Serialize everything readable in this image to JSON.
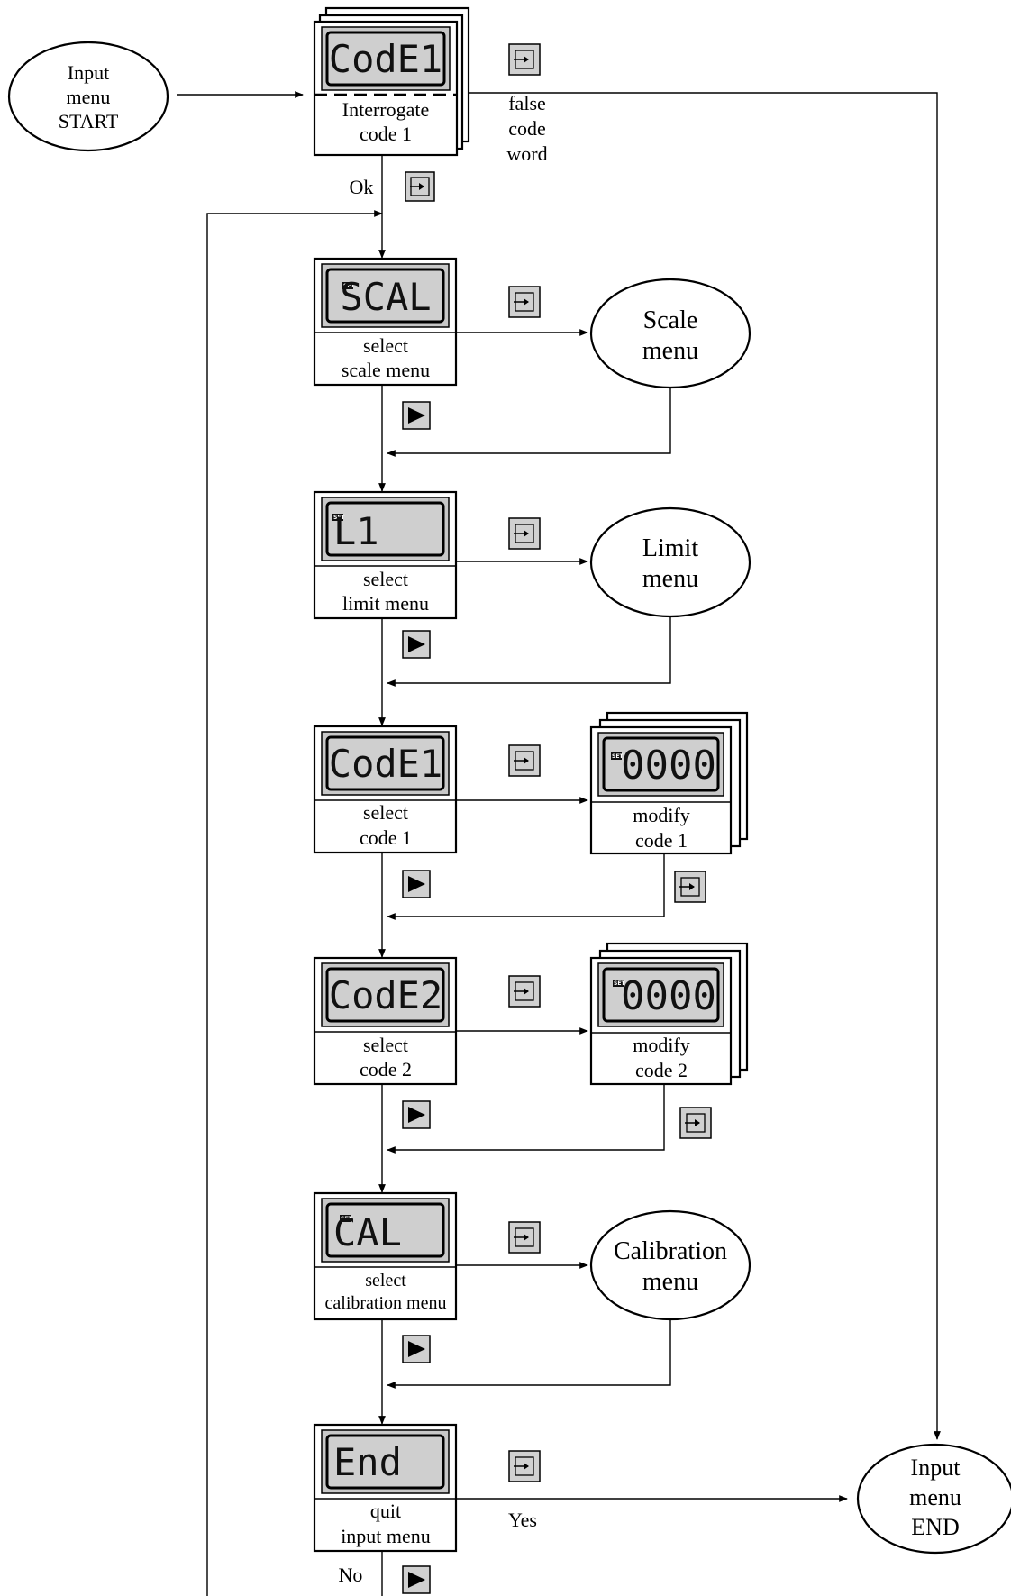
{
  "start": {
    "lines": [
      "Input",
      "menu",
      "START"
    ]
  },
  "end": {
    "lines": [
      "Input",
      "menu",
      "END"
    ]
  },
  "code1_box": {
    "display": "CodE1",
    "lines": [
      "Interrogate",
      "code 1"
    ]
  },
  "false_code": {
    "lines": [
      "false",
      "code",
      "word"
    ]
  },
  "ok_label": "Ok",
  "steps": {
    "scale": {
      "display": "SCAL",
      "lines": [
        "select",
        "scale menu"
      ]
    },
    "limit": {
      "display": "L1",
      "lines": [
        "select",
        "limit menu"
      ]
    },
    "code1": {
      "display": "CodE1",
      "lines": [
        "select",
        "code 1"
      ]
    },
    "code2": {
      "display": "CodE2",
      "lines": [
        "select",
        "code 2"
      ]
    },
    "cal": {
      "display": "CAL",
      "lines": [
        "select",
        "calibration menu"
      ]
    },
    "end": {
      "display": "End",
      "lines": [
        "quit",
        "input menu"
      ]
    }
  },
  "scale_menu": {
    "lines": [
      "Scale",
      "menu"
    ]
  },
  "limit_menu": {
    "lines": [
      "Limit",
      "menu"
    ]
  },
  "cal_menu": {
    "lines": [
      "Calibration",
      "menu"
    ]
  },
  "modify1": {
    "display": "0000",
    "lines": [
      "modify",
      "code 1"
    ]
  },
  "modify2": {
    "display": "0000",
    "lines": [
      "modify",
      "code 2"
    ]
  },
  "yes_label": "Yes",
  "no_label": "No",
  "set_indicator": "SET",
  "icons": {
    "enter": "enter-key-icon",
    "next": "next-arrow-icon"
  }
}
